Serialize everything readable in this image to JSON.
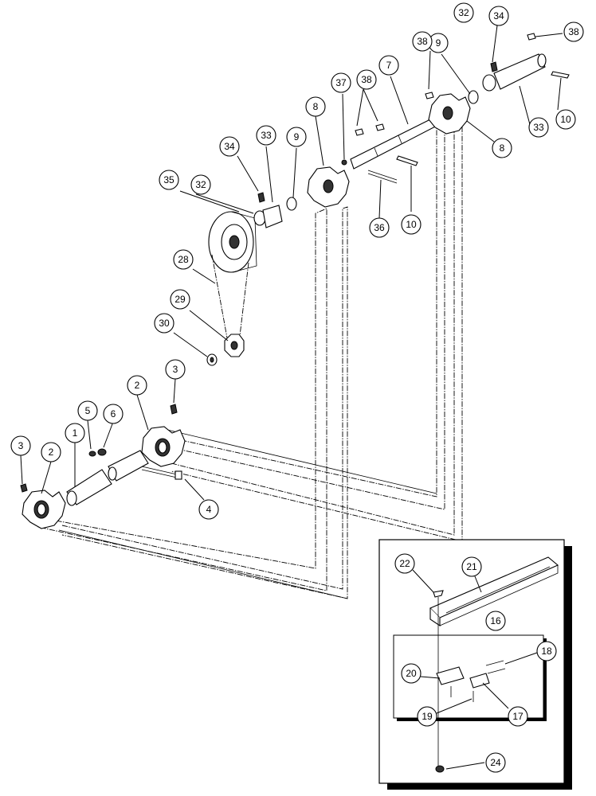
{
  "callouts": [
    {
      "id": "c1",
      "label": "1"
    },
    {
      "id": "c2a",
      "label": "2"
    },
    {
      "id": "c2b",
      "label": "2"
    },
    {
      "id": "c3a",
      "label": "3"
    },
    {
      "id": "c3b",
      "label": "3"
    },
    {
      "id": "c4",
      "label": "4"
    },
    {
      "id": "c5",
      "label": "5"
    },
    {
      "id": "c6",
      "label": "6"
    },
    {
      "id": "c7",
      "label": "7"
    },
    {
      "id": "c8a",
      "label": "8"
    },
    {
      "id": "c8b",
      "label": "8"
    },
    {
      "id": "c9a",
      "label": "9"
    },
    {
      "id": "c9b",
      "label": "9"
    },
    {
      "id": "c10a",
      "label": "10"
    },
    {
      "id": "c10b",
      "label": "10"
    },
    {
      "id": "c16",
      "label": "16"
    },
    {
      "id": "c17",
      "label": "17"
    },
    {
      "id": "c18",
      "label": "18"
    },
    {
      "id": "c19",
      "label": "19"
    },
    {
      "id": "c20",
      "label": "20"
    },
    {
      "id": "c21",
      "label": "21"
    },
    {
      "id": "c22",
      "label": "22"
    },
    {
      "id": "c24",
      "label": "24"
    },
    {
      "id": "c28",
      "label": "28"
    },
    {
      "id": "c29",
      "label": "29"
    },
    {
      "id": "c30",
      "label": "30"
    },
    {
      "id": "c32a",
      "label": "32"
    },
    {
      "id": "c32b",
      "label": "32"
    },
    {
      "id": "c33a",
      "label": "33"
    },
    {
      "id": "c33b",
      "label": "33"
    },
    {
      "id": "c34a",
      "label": "34"
    },
    {
      "id": "c34b",
      "label": "34"
    },
    {
      "id": "c35",
      "label": "35"
    },
    {
      "id": "c36",
      "label": "36"
    },
    {
      "id": "c37",
      "label": "37"
    },
    {
      "id": "c38a",
      "label": "38"
    },
    {
      "id": "c38b",
      "label": "38"
    },
    {
      "id": "c38c",
      "label": "38"
    }
  ]
}
